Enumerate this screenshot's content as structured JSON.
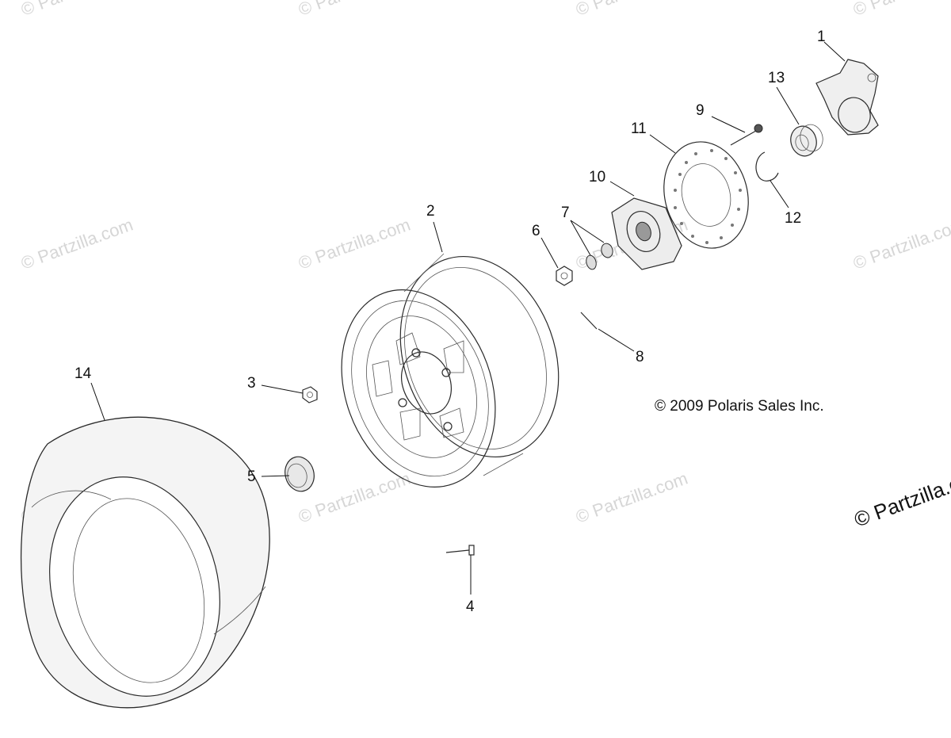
{
  "copyright": "© 2009 Polaris Sales Inc.",
  "watermark_text": "© Partzilla.com",
  "corner_watermark_text": "© Partzilla.c",
  "callouts": {
    "c1": "1",
    "c2": "2",
    "c3": "3",
    "c4": "4",
    "c5": "5",
    "c6": "6",
    "c7": "7",
    "c8": "8",
    "c9": "9",
    "c10": "10",
    "c11": "11",
    "c12": "12",
    "c13": "13",
    "c14": "14"
  },
  "colors": {
    "line": "#2a2a2a",
    "watermark": "#d6d6d6",
    "tire_fill": "#f4f4f4"
  }
}
